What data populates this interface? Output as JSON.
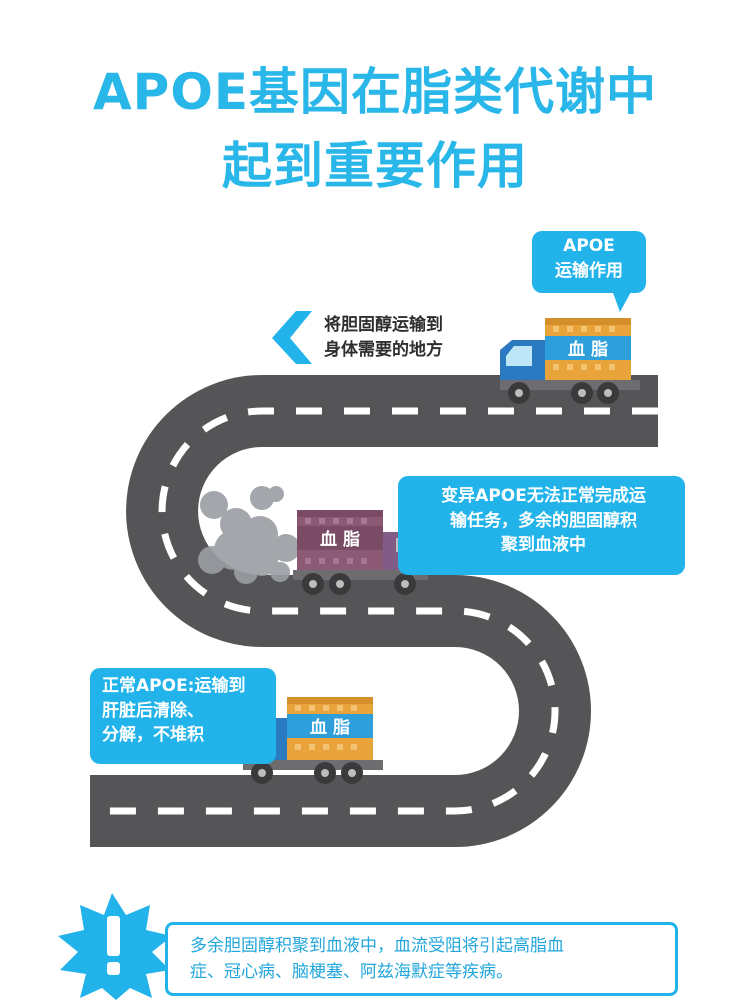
{
  "title": {
    "line1": "APOE基因在脂类代谢中",
    "line2": "起到重要作用"
  },
  "apoe_bubble": {
    "line1": "APOE",
    "line2": "运输作用"
  },
  "transport": {
    "line1": "将胆固醇运输到",
    "line2": "身体需要的地方"
  },
  "truck_label": "血 脂",
  "mutant_bubble": {
    "line1": "变异APOE无法正常完成运",
    "line2": "输任务，多余的胆固醇积",
    "line3": "聚到血液中"
  },
  "normal_bubble": {
    "line1": "正常APOE:运输到",
    "line2": "肝脏后清除、",
    "line3": "分解，不堆积"
  },
  "warning": {
    "line1": "多余胆固醇积聚到血液中，血流受阻将引起高脂血",
    "line2": "症、冠心病、脑梗塞、阿兹海默症等疾病。",
    "icon": "exclamation-icon"
  },
  "colors": {
    "accent": "#29b6e8",
    "bubble": "#22b3ea",
    "road": "#555557",
    "cargo_orange": "#e8a43a",
    "cargo_purple": "#8c5a74",
    "cab_blue": "#2b79c0",
    "cab_purple": "#805c86"
  }
}
